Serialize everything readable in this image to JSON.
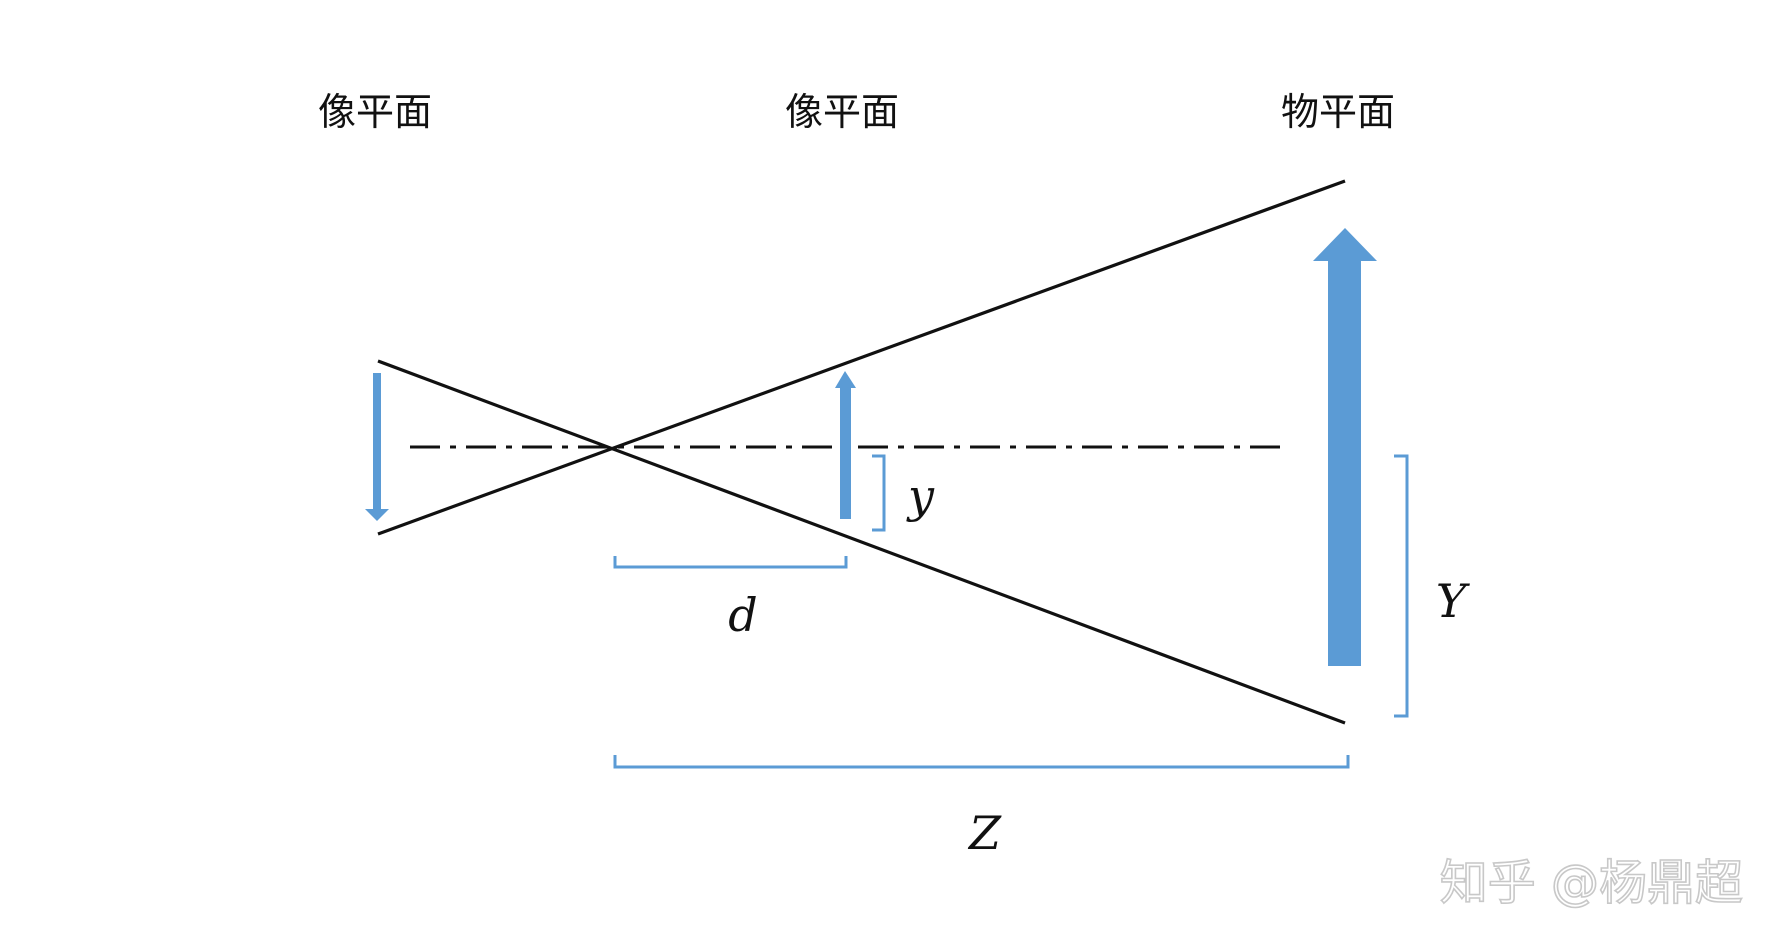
{
  "labels": {
    "image_plane_left": "像平面",
    "image_plane_middle": "像平面",
    "object_plane": "物平面"
  },
  "variables": {
    "small_height": "y",
    "large_height": "Y",
    "image_distance": "d",
    "object_distance": "Z"
  },
  "watermark": "知乎 @杨鼎超",
  "colors": {
    "arrow": "#5b9bd5",
    "line": "#111111",
    "background": "#ffffff"
  }
}
